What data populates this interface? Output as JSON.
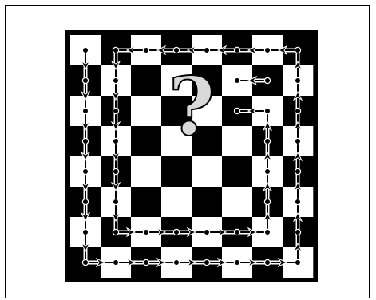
{
  "puzzle": {
    "board_size": 8,
    "colors": {
      "dark": "#000000",
      "light": "#ffffff",
      "frame": "#000000",
      "question_fill": "#d9d9d9",
      "question_stroke": "#000000"
    },
    "question_icon": "question-mark-icon",
    "path": [
      [
        0,
        0
      ],
      [
        0,
        1
      ],
      [
        0,
        2
      ],
      [
        0,
        3
      ],
      [
        0,
        4
      ],
      [
        0,
        5
      ],
      [
        0,
        6
      ],
      [
        0,
        7
      ],
      [
        1,
        7
      ],
      [
        2,
        7
      ],
      [
        3,
        7
      ],
      [
        4,
        7
      ],
      [
        5,
        7
      ],
      [
        6,
        7
      ],
      [
        7,
        7
      ],
      [
        7,
        6
      ],
      [
        7,
        5
      ],
      [
        7,
        4
      ],
      [
        7,
        3
      ],
      [
        7,
        2
      ],
      [
        7,
        1
      ],
      [
        7,
        0
      ],
      [
        6,
        0
      ],
      [
        5,
        0
      ],
      [
        4,
        0
      ],
      [
        3,
        0
      ],
      [
        2,
        0
      ],
      [
        1,
        0
      ],
      [
        1,
        1
      ],
      [
        1,
        2
      ],
      [
        1,
        3
      ],
      [
        1,
        4
      ],
      [
        1,
        5
      ],
      [
        1,
        6
      ],
      [
        2,
        6
      ],
      [
        3,
        6
      ],
      [
        4,
        6
      ],
      [
        5,
        6
      ],
      [
        6,
        6
      ],
      [
        6,
        5
      ],
      [
        6,
        4
      ],
      [
        6,
        3
      ],
      [
        6,
        2
      ],
      [
        5,
        2
      ]
    ],
    "stub": [
      [
        6,
        1
      ],
      [
        5,
        1
      ]
    ]
  }
}
